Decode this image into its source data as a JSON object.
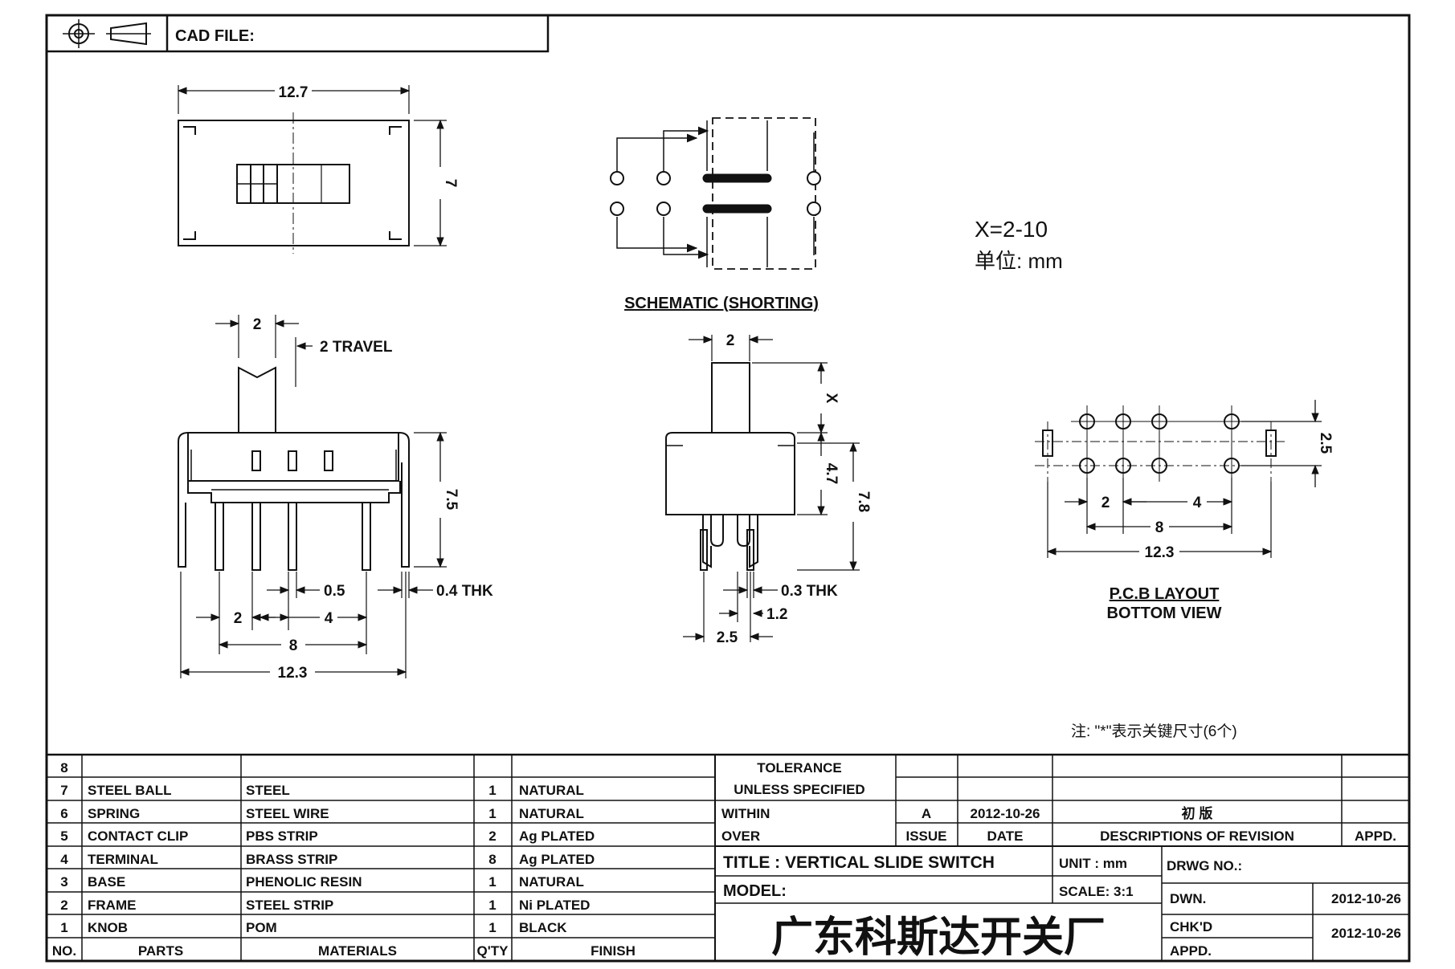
{
  "header": {
    "cad_file_label": "CAD FILE:"
  },
  "drawing": {
    "top_view": {
      "width_dim": "12.7",
      "height_dim": "7"
    },
    "schematic": {
      "caption": "SCHEMATIC (SHORTING)"
    },
    "formula": {
      "x_range": "X=2-10",
      "unit_note": "单位: mm"
    },
    "front_view": {
      "pitch_top": "2",
      "travel": "2 TRAVEL",
      "height": "7.5",
      "pin_width": "0.5",
      "thickness": "0.4 THK",
      "pitch_2": "2",
      "pitch_4": "4",
      "span_8": "8",
      "span_12_3": "12.3"
    },
    "side_view": {
      "actuator_width": "2",
      "x_label": "X",
      "body_h": "4.7",
      "total_h": "7.8",
      "thickness": "0.3 THK",
      "pin_gap": "1.2",
      "pin_span": "2.5"
    },
    "pcb": {
      "row_pitch": "2.5",
      "pitch_2": "2",
      "pitch_4": "4",
      "span_8": "8",
      "span_12_3": "12.3",
      "caption_1": "P.C.B LAYOUT",
      "caption_2": "BOTTOM VIEW"
    },
    "note": "注: \"*\"表示关键尺寸(6个)"
  },
  "bom": {
    "headers": {
      "no": "NO.",
      "parts": "PARTS",
      "materials": "MATERIALS",
      "qty": "Q'TY",
      "finish": "FINISH"
    },
    "rows": [
      {
        "no": "8",
        "part": "",
        "material": "",
        "qty": "",
        "finish": ""
      },
      {
        "no": "7",
        "part": "STEEL BALL",
        "material": "STEEL",
        "qty": "1",
        "finish": "NATURAL"
      },
      {
        "no": "6",
        "part": "SPRING",
        "material": "STEEL WIRE",
        "qty": "1",
        "finish": "NATURAL"
      },
      {
        "no": "5",
        "part": "CONTACT CLIP",
        "material": "PBS STRIP",
        "qty": "2",
        "finish": "Ag PLATED"
      },
      {
        "no": "4",
        "part": "TERMINAL",
        "material": "BRASS STRIP",
        "qty": "8",
        "finish": "Ag PLATED"
      },
      {
        "no": "3",
        "part": "BASE",
        "material": "PHENOLIC RESIN",
        "qty": "1",
        "finish": "NATURAL"
      },
      {
        "no": "2",
        "part": "FRAME",
        "material": "STEEL STRIP",
        "qty": "1",
        "finish": "Ni PLATED"
      },
      {
        "no": "1",
        "part": "KNOB",
        "material": "POM",
        "qty": "1",
        "finish": "BLACK"
      }
    ]
  },
  "title_block": {
    "tolerance_1": "TOLERANCE",
    "tolerance_2": "UNLESS  SPECIFIED",
    "within": "WITHIN",
    "over": "OVER",
    "rev_issue": "A",
    "rev_date": "2012-10-26",
    "rev_desc": "初  版",
    "issue_label": "ISSUE",
    "date_label": "DATE",
    "desc_label": "DESCRIPTIONS OF REVISION",
    "appd_label": "APPD.",
    "title": "TITLE :   VERTICAL SLIDE SWITCH",
    "unit": "UNIT :  mm",
    "drwg_no": "DRWG NO.:",
    "model": "MODEL:",
    "scale": "SCALE:  3:1",
    "dwn_label": "DWN.",
    "dwn_date": "2012-10-26",
    "company": "广东科斯达开关厂",
    "chkd_label": "CHK'D",
    "chkd_date": "2012-10-26",
    "appd2_label": "APPD."
  }
}
